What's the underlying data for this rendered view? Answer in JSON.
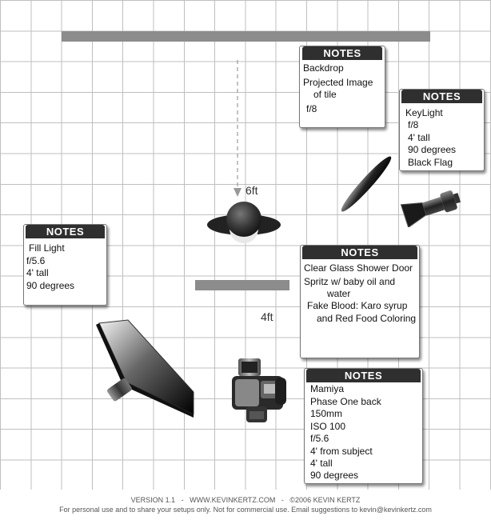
{
  "notes": {
    "backdrop": {
      "header": "NOTES",
      "lines": [
        "Backdrop",
        "Projected Image",
        "of tile",
        "f/8"
      ]
    },
    "keylight": {
      "header": "NOTES",
      "lines": [
        "KeyLight",
        "f/8",
        "4' tall",
        "90 degrees",
        "Black Flag"
      ]
    },
    "fill": {
      "header": "NOTES",
      "lines": [
        "Fill Light",
        "f/5.6",
        "4' tall",
        "90 degrees"
      ]
    },
    "subject": {
      "header": "NOTES",
      "lines": [
        "Clear Glass Shower Door",
        "Spritz w/ baby oil and",
        "water",
        "Fake Blood: Karo syrup",
        "and Red Food Coloring"
      ]
    },
    "camera": {
      "header": "NOTES",
      "lines": [
        "Mamiya",
        "Phase One back",
        "150mm",
        "ISO 100",
        "f/5.6",
        "4' from subject",
        "4' tall",
        "90 degrees"
      ]
    }
  },
  "labels": {
    "distance_backdrop": "6ft",
    "distance_camera": "4ft"
  },
  "footer": {
    "line1": "VERSION 1.1   -   WWW.KEVINKERTZ.COM   -   ©2006 KEVIN KERTZ",
    "line2": "For personal use and to share your setups only. Not for commercial use.  Email suggestions to kevin@kevinkertz.com"
  },
  "colors": {
    "grid": "#b9b9b9",
    "note_header": "#2f2f2f",
    "backdrop_bar": "#8c8c8c"
  }
}
